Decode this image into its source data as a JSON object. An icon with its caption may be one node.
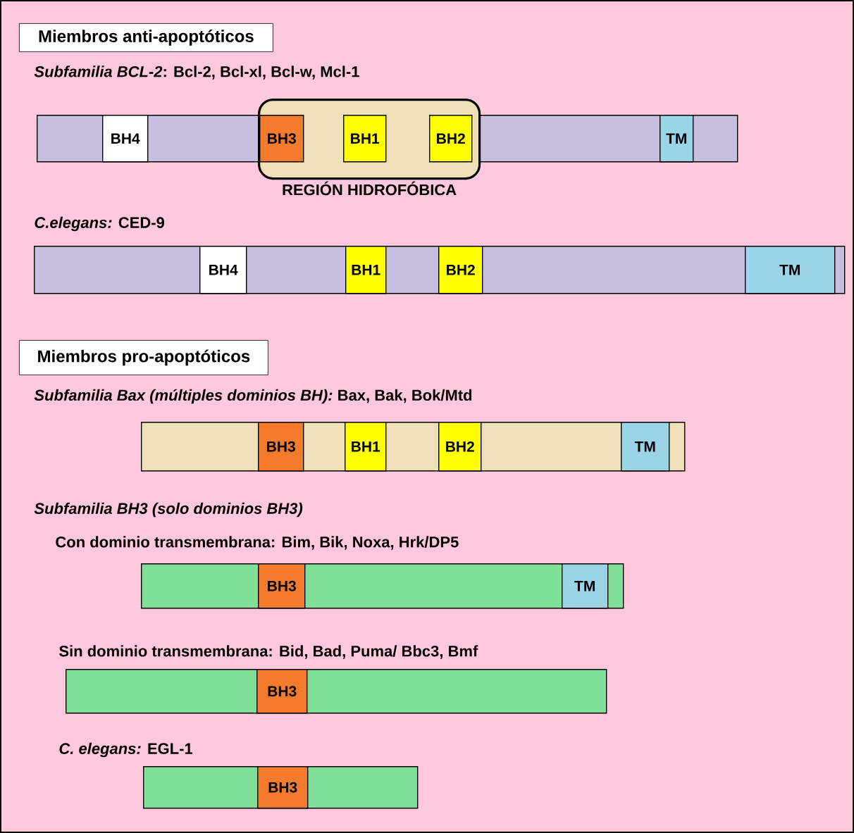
{
  "diagram": {
    "nodes": [
      {
        "text": [
          "Miembros anti-apoptóticos"
        ]
      },
      {
        "text": [],
        "shape": "bar"
      },
      {
        "text": [
          "BH4"
        ],
        "in": 1
      },
      {
        "text": [
          "REGIÓN HIDROFÓBICA"
        ]
      },
      {
        "text": [
          "BH3"
        ]
      },
      {
        "text": [
          "BH1"
        ]
      },
      {
        "text": [
          "BH2"
        ]
      },
      {
        "text": [
          "TM"
        ],
        "in": 1
      },
      {
        "text": [],
        "shape": "bar"
      },
      {
        "text": [
          "BH4"
        ],
        "in": 8
      },
      {
        "text": [
          "BH1"
        ],
        "in": 8
      },
      {
        "text": [
          "BH2"
        ],
        "in": 8
      },
      {
        "text": [
          "TM"
        ],
        "in": 8
      },
      {
        "text": [
          "Miembros pro-apoptóticos"
        ]
      },
      {
        "text": [],
        "shape": "bar"
      },
      {
        "text": [
          "BH3"
        ],
        "in": 14
      },
      {
        "text": [
          "BH1"
        ],
        "in": 14
      },
      {
        "text": [
          "BH2"
        ],
        "in": 14
      },
      {
        "text": [
          "TM"
        ],
        "in": 14
      },
      {
        "text": [],
        "shape": "bar"
      },
      {
        "text": [
          "BH3"
        ],
        "in": 19
      },
      {
        "text": [
          "TM"
        ],
        "in": 19
      },
      {
        "text": [],
        "shape": "bar"
      },
      {
        "text": [
          "BH3"
        ],
        "in": 22
      },
      {
        "text": [],
        "shape": "bar"
      },
      {
        "text": [
          "BH3"
        ],
        "in": 24
      }
    ],
    "labels": [
      "*Subfamilia BCL-2*: Bcl-2, Bcl-xl, Bcl-w, Mcl-1",
      "*C.elegans:* CED-9",
      "*Subfamilia Bax (múltiples dominios BH):* Bax, Bak, Bok/Mtd",
      "Subfamilia BH3 (solo dominios BH3)",
      "Con dominio transmembrana: Bim, Bik, Noxa, Hrk/DP5",
      "Sin dominio transmembrana: Bid, Bad, Puma/ Bbc3, Bmf",
      "*C. elegans:* EGL-1"
    ]
  }
}
